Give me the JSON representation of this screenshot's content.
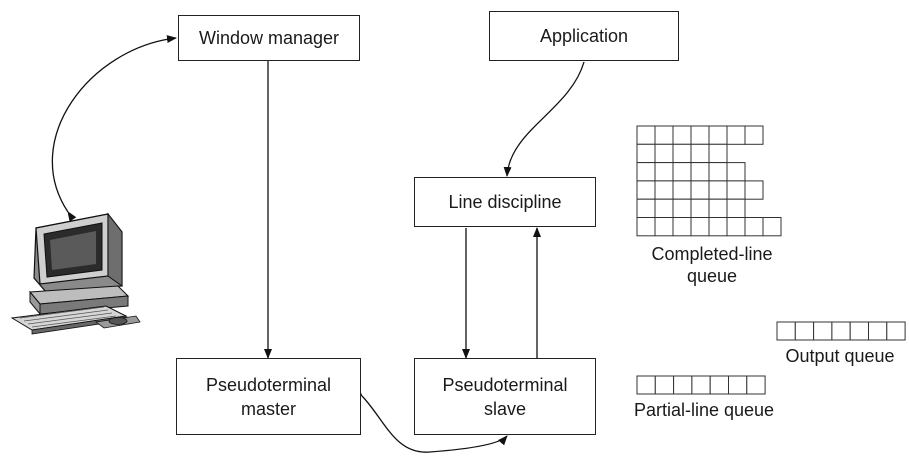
{
  "boxes": {
    "window_manager": "Window manager",
    "application": "Application",
    "line_discipline": "Line discipline",
    "pt_master_line1": "Pseudoterminal",
    "pt_master_line2": "master",
    "pt_slave_line1": "Pseudoterminal",
    "pt_slave_line2": "slave"
  },
  "queues": {
    "completed_line1": "Completed-line",
    "completed_line2": "queue",
    "output": "Output queue",
    "partial": "Partial-line queue"
  },
  "icons": {
    "terminal": "computer-terminal-icon"
  }
}
